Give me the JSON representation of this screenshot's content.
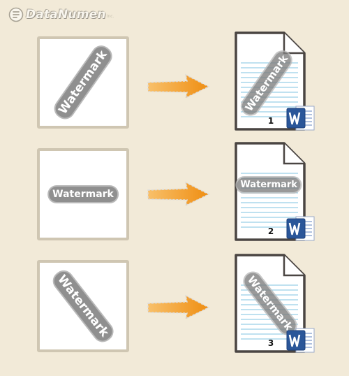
{
  "logo": {
    "text": "DataNumen",
    "suffix": "Inc."
  },
  "watermark_text": "Watermark",
  "rows": [
    {
      "orientation": "diagonal-up",
      "page_number": "1"
    },
    {
      "orientation": "horizontal",
      "page_number": "2"
    },
    {
      "orientation": "diagonal-down",
      "page_number": "3"
    }
  ],
  "icons": {
    "arrow": "orange-arrow-icon",
    "document": "word-document-icon",
    "word": "ms-word-icon"
  },
  "colors": {
    "background": "#f2ead8",
    "frame": "#cfc6b2",
    "arrow": "#f29a1e",
    "page_lines": "#7fc3e0",
    "word_blue": "#2a5699"
  }
}
